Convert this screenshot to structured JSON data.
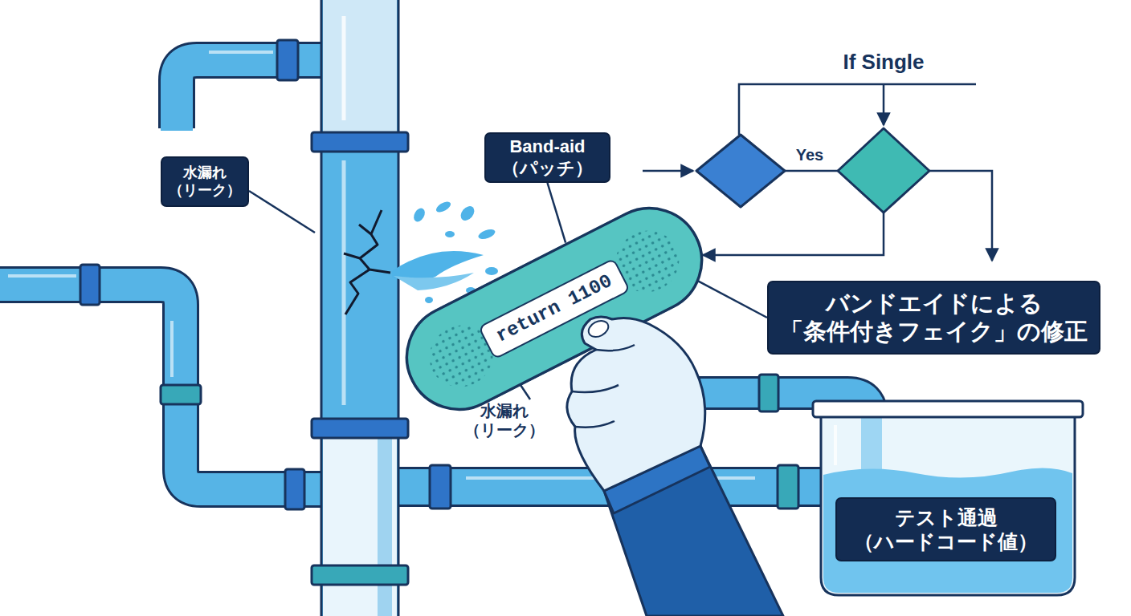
{
  "diagram": {
    "nodes": [
      {
        "text": [
          "水漏れ （リーク）"
        ]
      },
      {
        "text": [
          "Band-aid （パッチ）"
        ]
      },
      {
        "text": [
          "return 1100"
        ]
      },
      {
        "text": [
          "バンドエイドによる 「条件付きフェイク」の修正"
        ]
      },
      {
        "text": [
          "テスト通過 （ハードコード値）"
        ]
      }
    ],
    "edges": [
      {
        "from": 1,
        "to": 2,
        "arrow": "none"
      },
      {
        "from": 3,
        "to": 2,
        "arrow": "none"
      }
    ],
    "labels": [
      "If Single",
      "Yes",
      "水漏れ （リーク）"
    ]
  }
}
